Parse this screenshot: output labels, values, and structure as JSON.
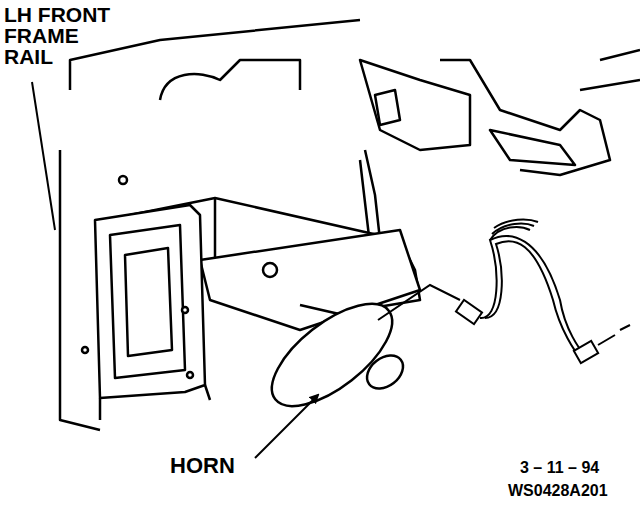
{
  "diagram": {
    "labels": [
      "LH FRONT FRAME RAIL",
      "HORN",
      "3 – 11 – 94",
      "WS0428A201"
    ]
  }
}
